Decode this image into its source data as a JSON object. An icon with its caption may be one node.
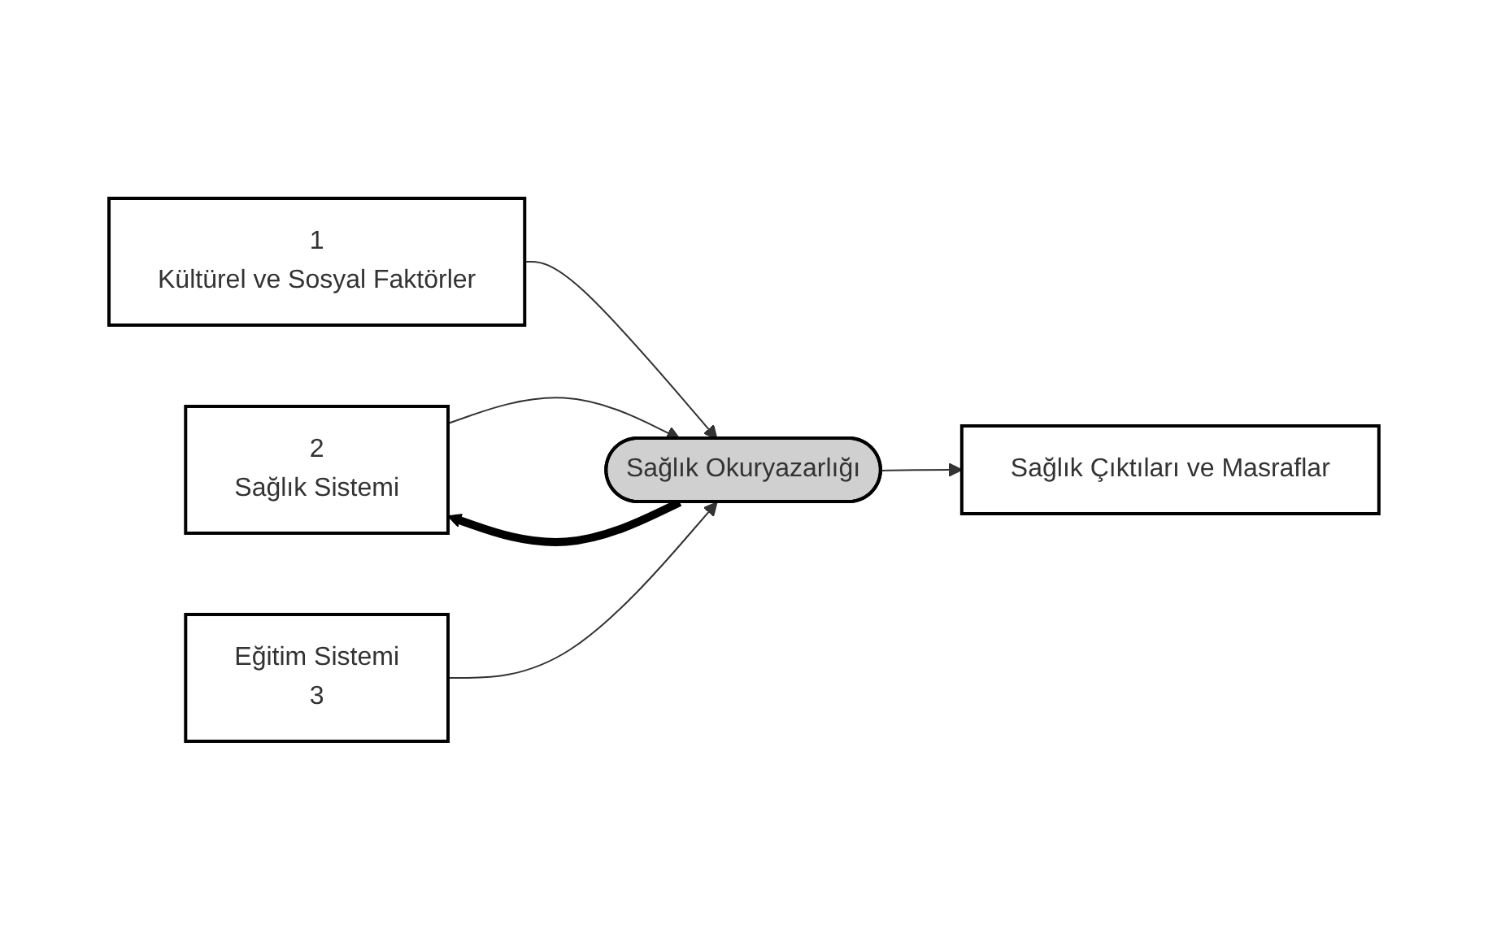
{
  "diagram": {
    "nodes": [
      {
        "text": [
          "2",
          "Sağlık Sistemi"
        ]
      },
      {
        "text": [
          "1",
          "Kültürel ve Sosyal Faktörler"
        ]
      },
      {
        "text": [
          "Sağlık Okuryazarlığı"
        ]
      },
      {
        "text": [
          "Sağlık Çıktıları ve Masraflar"
        ]
      },
      {
        "text": [
          "Eğitim Sistemi",
          "3"
        ]
      }
    ],
    "edges": [
      {
        "from": 1,
        "to": 2,
        "arrow": "to"
      },
      {
        "from": 0,
        "to": 2,
        "arrow": "to"
      },
      {
        "from": 4,
        "to": 2,
        "arrow": "to"
      },
      {
        "from": 2,
        "to": 0,
        "arrow": "to",
        "style": "thick",
        "color": "#000000"
      },
      {
        "from": 2,
        "to": 3,
        "arrow": "to"
      }
    ]
  }
}
